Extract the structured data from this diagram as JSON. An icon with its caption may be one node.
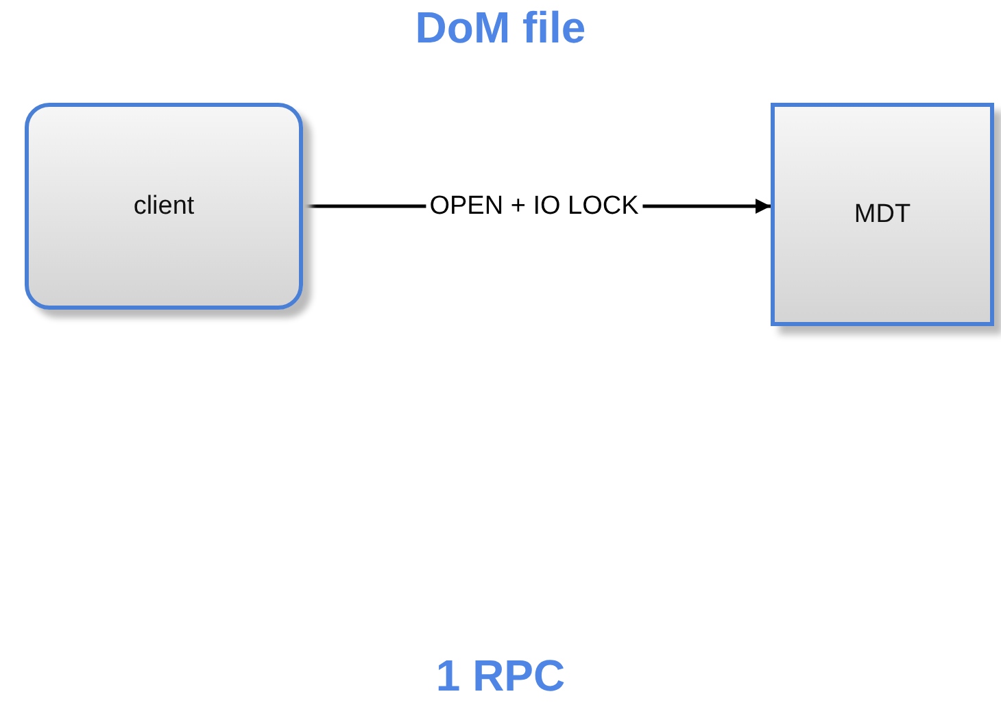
{
  "diagram": {
    "title": "DoM file",
    "nodes": [
      {
        "text": [
          "client"
        ]
      },
      {
        "text": [
          "MDT"
        ]
      }
    ],
    "edges": [
      {
        "from": 0,
        "to": 1,
        "arrow": "to",
        "label": "OPEN + IO LOCK"
      }
    ],
    "labels": [
      "1 RPC"
    ]
  }
}
